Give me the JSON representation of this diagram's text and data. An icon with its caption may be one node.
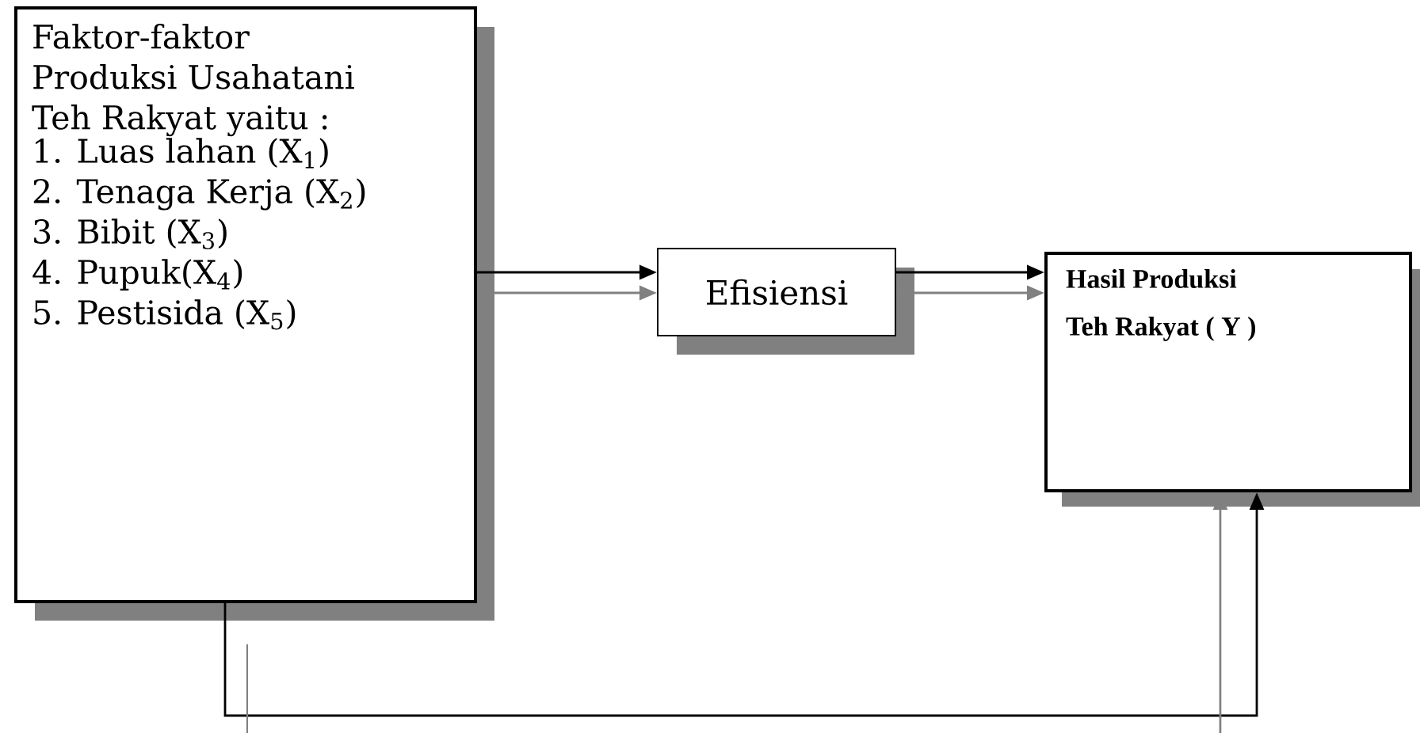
{
  "diagram": {
    "nodes": [
      {
        "text": [
          "Faktor-faktor Produksi Usahatani Teh Rakyat yaitu :",
          "1. Luas lahan (X$_{1}$)",
          "2. Tenaga Kerja (X$_{2}$)",
          "3. Bibit (X$_{3}$)",
          "4. Pupuk(X$_{4}$)",
          "5. Pestisida (X$_{5}$)"
        ]
      },
      {
        "text": [
          "Efisiensi"
        ]
      },
      {
        "text": [
          "Hasil Produksi Teh Rakyat ( Y )"
        ]
      }
    ],
    "edges": [
      {
        "from": 0,
        "to": 1,
        "arrow": "to",
        "color": "#000000"
      },
      {
        "from": 0,
        "to": 1,
        "arrow": "to",
        "color": "#808080"
      },
      {
        "from": 1,
        "to": 2,
        "arrow": "to",
        "color": "#000000"
      },
      {
        "from": 1,
        "to": 2,
        "arrow": "to",
        "color": "#808080"
      },
      {
        "from": 0,
        "to": 2,
        "arrow": "to",
        "color": "#000000"
      },
      {
        "from": null,
        "to": 2,
        "arrow": "to",
        "color": "#808080"
      }
    ]
  }
}
